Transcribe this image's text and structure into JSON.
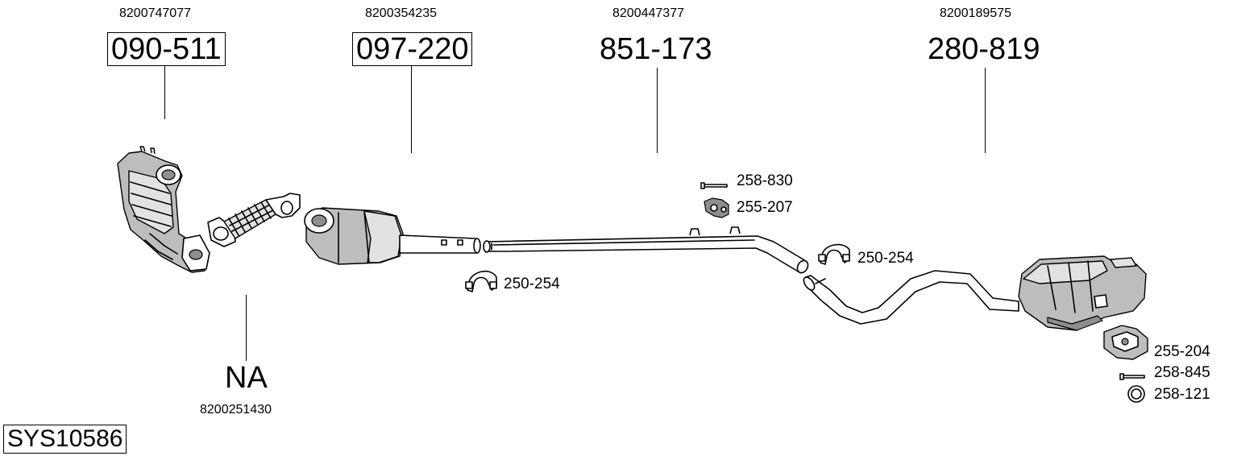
{
  "parts": [
    {
      "oem": "8200747077",
      "part": "090-511"
    },
    {
      "oem": "8200354235",
      "part": "097-220"
    },
    {
      "oem": "8200447377",
      "part": "851-173"
    },
    {
      "oem": "8200189575",
      "part": "280-819"
    },
    {
      "oem": "8200251430",
      "part": "NA"
    }
  ],
  "hardware": [
    {
      "part": "258-830",
      "icon": "bolt-icon"
    },
    {
      "part": "255-207",
      "icon": "rubber-mount-icon"
    },
    {
      "part": "250-254",
      "icon": "clamp-icon"
    },
    {
      "part": "250-254",
      "icon": "clamp-icon"
    },
    {
      "part": "255-204",
      "icon": "bracket-icon"
    },
    {
      "part": "258-845",
      "icon": "bolt-icon"
    },
    {
      "part": "258-121",
      "icon": "ring-gasket-icon"
    }
  ],
  "system_code": "SYS10586"
}
